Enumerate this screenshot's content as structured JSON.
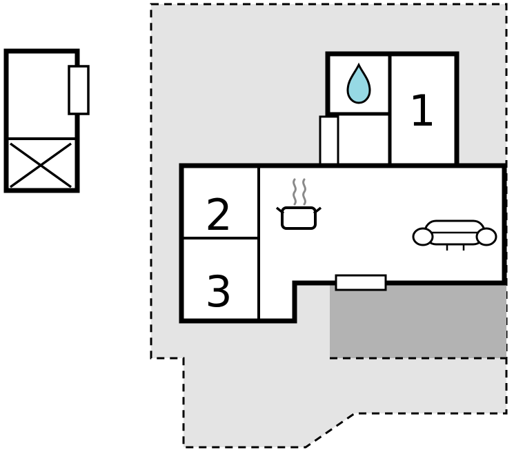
{
  "diagram": {
    "type": "floor-plan",
    "rooms": {
      "room1": {
        "label": "1"
      },
      "room2": {
        "label": "2"
      },
      "room3": {
        "label": "3"
      }
    },
    "colors": {
      "plot_fill": "#e4e4e4",
      "terrace_fill": "#b3b3b3",
      "wall": "#000000",
      "water_drop_fill": "#96d9e4",
      "steam": "#8a8a8a"
    },
    "icons": [
      "water-drop-icon",
      "stove-pot-icon",
      "sofa-icon",
      "window-icon",
      "door-icon",
      "cross-marker-icon"
    ]
  }
}
